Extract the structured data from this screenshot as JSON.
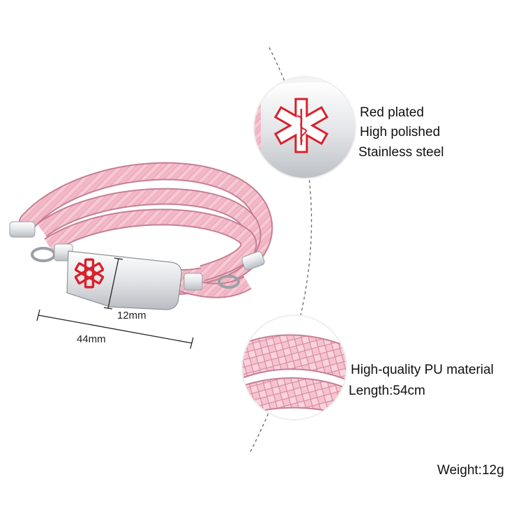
{
  "colors": {
    "leather_pink": "#f3b7c6",
    "leather_dark": "#d98ea3",
    "leather_light": "#fbd9e2",
    "steel": "#e6e8ea",
    "medical_red": "#d8202a"
  },
  "callouts": {
    "tag_detail": [
      "Red plated",
      "High polished",
      "Stainless steel"
    ],
    "material_detail": [
      "High-quality PU material",
      "Length:54cm"
    ]
  },
  "dimensions": {
    "width_label": "12mm",
    "length_label": "44mm"
  },
  "weight": "Weight:12g",
  "icons": {
    "medical_symbol": "star-of-life-icon"
  }
}
